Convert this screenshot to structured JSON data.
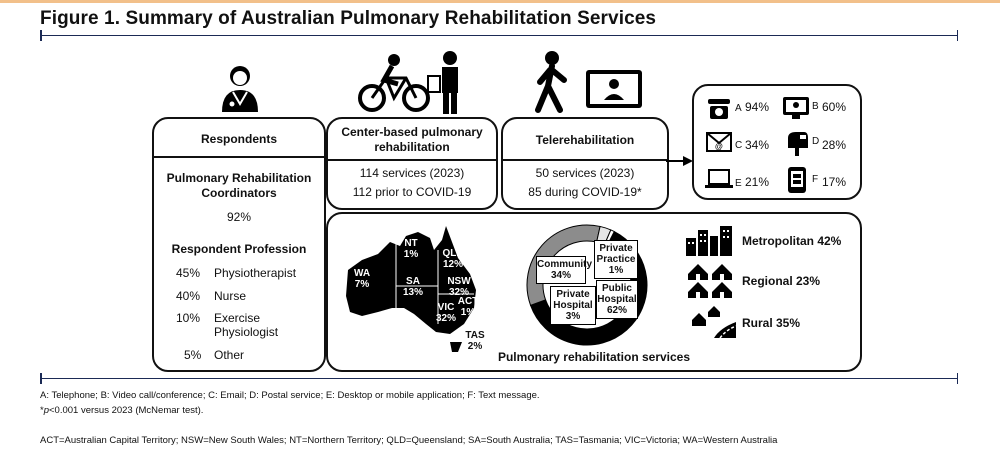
{
  "title": "Figure 1. Summary of Australian Pulmonary Rehabilitation Services",
  "respondents": {
    "heading": "Respondents",
    "coordinators_label": "Pulmonary Rehabilitation Coordinators",
    "coordinators_pct": "92%",
    "profession_heading": "Respondent Profession",
    "professions": [
      {
        "pct": "45%",
        "label": "Physiotherapist"
      },
      {
        "pct": "40%",
        "label": "Nurse"
      },
      {
        "pct": "10%",
        "label": "Exercise Physiologist"
      },
      {
        "pct": "5%",
        "label": "Other"
      }
    ]
  },
  "center_based": {
    "heading": "Center-based pulmonary rehabilitation",
    "line1": "114 services (2023)",
    "line2": "112 prior to COVID-19"
  },
  "tele": {
    "heading": "Telerehabilitation",
    "line1": "50 services (2023)",
    "line2": "85 during COVID-19*"
  },
  "modes": [
    {
      "letter": "A",
      "pct": "94%",
      "icon": "telephone-icon"
    },
    {
      "letter": "B",
      "pct": "60%",
      "icon": "video-call-icon"
    },
    {
      "letter": "C",
      "pct": "34%",
      "icon": "email-icon"
    },
    {
      "letter": "D",
      "pct": "28%",
      "icon": "mailbox-icon"
    },
    {
      "letter": "E",
      "pct": "21%",
      "icon": "laptop-icon"
    },
    {
      "letter": "F",
      "pct": "17%",
      "icon": "text-message-icon"
    }
  ],
  "states": [
    {
      "name": "NT",
      "pct": "1%"
    },
    {
      "name": "QLD",
      "pct": "12%"
    },
    {
      "name": "WA",
      "pct": "7%"
    },
    {
      "name": "SA",
      "pct": "13%"
    },
    {
      "name": "NSW",
      "pct": "32%"
    },
    {
      "name": "VIC",
      "pct": "32%"
    },
    {
      "name": "ACT",
      "pct": "1%"
    },
    {
      "name": "TAS",
      "pct": "2%"
    }
  ],
  "chart_data": {
    "type": "pie",
    "labels": [
      "Public Hospital",
      "Community",
      "Private Hospital",
      "Private Practice"
    ],
    "values": [
      62,
      34,
      3,
      1
    ],
    "colors": [
      "#000000",
      "#8c8c8c",
      "#e6e6e6",
      "#ffffff"
    ]
  },
  "donut_labels": [
    {
      "name": "Private Practice",
      "pct": "1%"
    },
    {
      "name": "Community",
      "pct": "34%"
    },
    {
      "name": "Public Hospital",
      "pct": "62%"
    },
    {
      "name": "Private Hospital",
      "pct": "3%"
    }
  ],
  "locations": [
    {
      "label": "Metropolitan 42%",
      "icon": "city-buildings-icon"
    },
    {
      "label": "Regional 23%",
      "icon": "houses-icon"
    },
    {
      "label": "Rural 35%",
      "icon": "rural-road-icon"
    }
  ],
  "services_label": "Pulmonary rehabilitation services",
  "footnotes": {
    "line1": "A: Telephone; B: Video call/conference; C: Email; D: Postal service; E: Desktop or mobile application; F: Text message.",
    "line2_italic": "p",
    "line2_rest": "<0.001 versus 2023 (McNemar test).",
    "line3": "ACT=Australian Capital Territory; NSW=New South Wales; NT=Northern Territory; QLD=Queensland; SA=South Australia; TAS=Tasmania; VIC=Victoria; WA=Western Australia"
  }
}
